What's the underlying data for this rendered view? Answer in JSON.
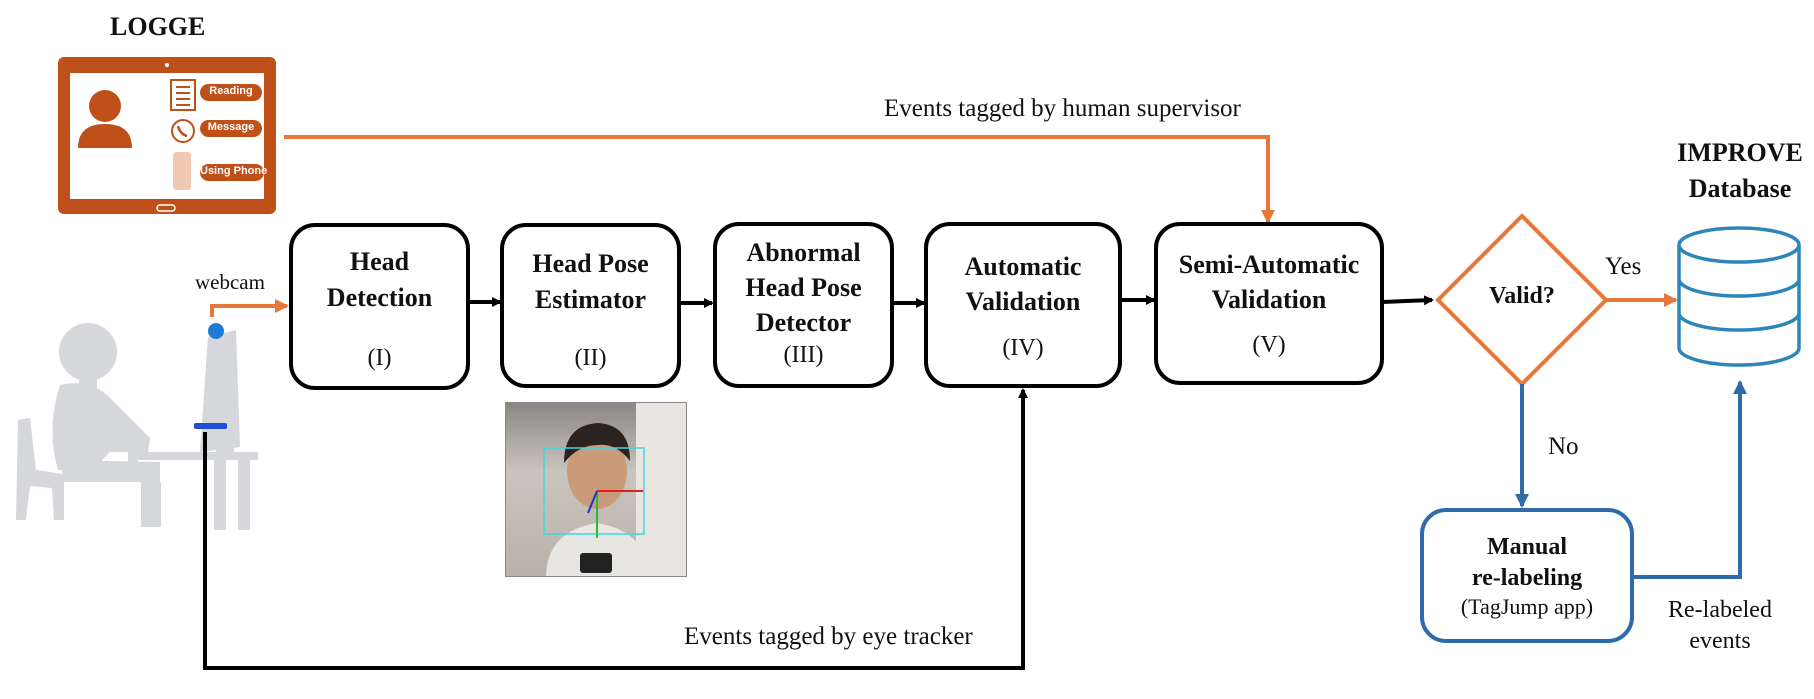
{
  "logge": {
    "title": "LOGGE",
    "activities": [
      "Reading",
      "Message",
      "Using Phone"
    ]
  },
  "webcam_label": "webcam",
  "human_events_label": "Events tagged by human supervisor",
  "eye_events_label": "Events tagged by eye tracker",
  "stages": [
    {
      "title": "Head Detection",
      "line1": "Head",
      "line2": "Detection",
      "num": "(I)"
    },
    {
      "title": "Head Pose Estimator",
      "line1": "Head Pose",
      "line2": "Estimator",
      "num": "(II)"
    },
    {
      "title": "Abnormal Head Pose Detector",
      "line1": "Abnormal",
      "line2": "Head Pose",
      "line3": "Detector",
      "num": "(III)"
    },
    {
      "title": "Automatic Validation",
      "line1": "Automatic",
      "line2": "Validation",
      "num": "(IV)"
    },
    {
      "title": "Semi-Automatic Validation",
      "line1": "Semi-Automatic",
      "line2": "Validation",
      "num": "(V)"
    }
  ],
  "decision": {
    "label": "Valid?",
    "yes": "Yes",
    "no": "No"
  },
  "database": {
    "line1": "IMPROVE",
    "line2": "Database"
  },
  "manual": {
    "line1": "Manual",
    "line2": "re-labeling",
    "line3": "(TagJump app)"
  },
  "relabeled": {
    "line1": "Re-labeled",
    "line2": "events"
  },
  "colors": {
    "orange": "#E8783A",
    "brown": "#C0501A",
    "blue": "#2E6BA8",
    "db": "#2E86B8",
    "black": "#000000",
    "gray": "#D6D7DB"
  }
}
